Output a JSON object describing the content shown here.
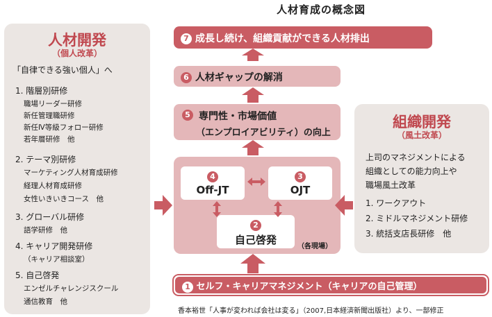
{
  "title": "人材育成の概念図",
  "left_panel": {
    "title": "人材開発",
    "subtitle": "（個人改革）",
    "intro": "「自律できる強い個人」へ",
    "groups": [
      {
        "heading": "1. 階層別研修",
        "items": [
          "職場リーダー研修",
          "新任管理職研修",
          "新任Ⅳ等級フォロー研修",
          "若年層研修　他"
        ]
      },
      {
        "heading": "2. テーマ別研修",
        "items": [
          "マーケティング人材育成研修",
          "経理人材育成研修",
          "女性いきいきコース　他"
        ]
      },
      {
        "heading": "3. グローバル研修",
        "items": [
          "語学研修　他"
        ]
      },
      {
        "heading": "4. キャリア開発研修",
        "items": [
          "（キャリア相談室）"
        ]
      },
      {
        "heading": "5. 自己啓発",
        "items": [
          "エンゼルチャレンジスクール",
          "通信教育　他"
        ]
      }
    ]
  },
  "right_panel": {
    "title": "組織開発",
    "subtitle": "（風土改革）",
    "lines": [
      "上司のマネジメントによる",
      "組織としての能力向上や",
      "職場風土改革"
    ],
    "items": [
      "1. ワークアウト",
      "2. ミドルマネジメント研修",
      "3. 統括支店長研修　他"
    ]
  },
  "steps": {
    "s7": {
      "num": "7",
      "label": "成長し続け、組織貢献ができる人材排出"
    },
    "s6": {
      "num": "6",
      "label": "人材ギャップの解消"
    },
    "s5": {
      "num": "5",
      "label1": "専門性・市場価値",
      "label2": "（エンプロイアビリティ）の向上"
    },
    "s4": {
      "num": "4",
      "label": "Off-JT"
    },
    "s3": {
      "num": "3",
      "label": "OJT"
    },
    "s2": {
      "num": "2",
      "label": "自己啓発"
    },
    "s1": {
      "num": "1",
      "label": "セルフ・キャリアマネジメント（キャリアの自己管理）"
    },
    "workplace_note": "（各現場）"
  },
  "footnote": "香本裕世「人事が変われば会社は変る」（2007,日本経済新聞出版社）より、一部修正",
  "colors": {
    "primary": "#c95c63",
    "light": "#e4b7b9",
    "panel": "#ebe6e3"
  }
}
